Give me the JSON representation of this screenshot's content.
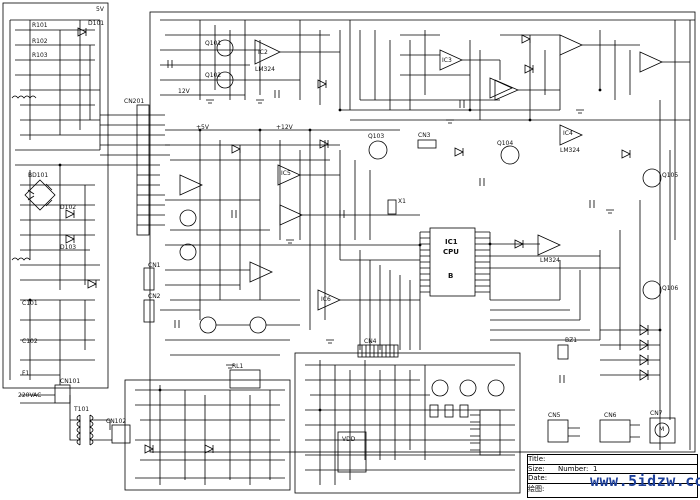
{
  "ic_labels": {
    "cpu_line1": "IC1",
    "cpu_line2": "CPU",
    "cpu_pin": "B",
    "ic2": "IC2",
    "ic3": "IC3",
    "ic4": "IC4",
    "ic5": "IC5",
    "ic6": "IC6",
    "lm324a": "LM324",
    "lm324b": "LM324",
    "lm324c": "LM324",
    "display": "VDD"
  },
  "connector_labels": {
    "cn201": "CN201",
    "cn101": "CN101",
    "cn102": "CN102",
    "cn1": "CN1",
    "cn2": "CN2",
    "cn3": "CN3",
    "cn4": "CN4",
    "cn5": "CN5",
    "cn6": "CN6",
    "cn7": "CN7"
  },
  "component_labels": {
    "r1": "R101",
    "r2": "R102",
    "r3": "R103",
    "d1": "D101",
    "d2": "D102",
    "d3": "D103",
    "c1": "C101",
    "c2": "C102",
    "q1": "Q101",
    "q2": "Q102",
    "q3": "Q103",
    "q4": "Q104",
    "q5": "Q105",
    "q6": "Q106",
    "fuse": "F1",
    "transformer": "T101",
    "bridge": "BD101",
    "relay": "RL1",
    "buzzer": "BZ1",
    "crystal": "X1",
    "voltage1": "5V",
    "voltage2": "12V",
    "voltage3": "+5V",
    "voltage4": "+12V",
    "ac_input": "220VAC",
    "motor": "M"
  },
  "title_block": {
    "title_label": "Title:",
    "size_label": "Size:",
    "number_label": "Number:",
    "number_value": "1",
    "date_label": "Date:",
    "file_label": "绘图:"
  },
  "watermark": "www.5idzw.com"
}
